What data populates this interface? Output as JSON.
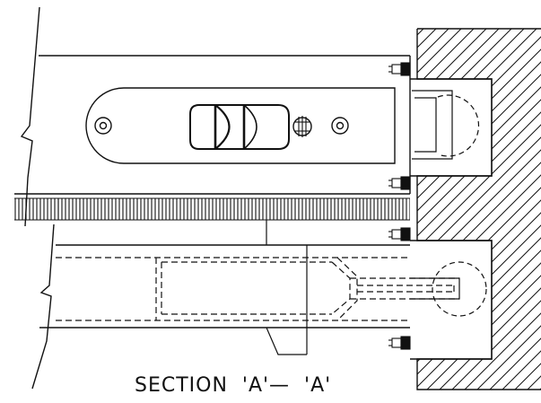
{
  "caption": "SECTION  'A'—  'A'",
  "stroke_color": "#111111",
  "background": "#ffffff",
  "components": [
    "lock-body",
    "flush-bolt-plate",
    "bolt-assembly",
    "hatched-frame",
    "strike-box",
    "fasteners"
  ]
}
